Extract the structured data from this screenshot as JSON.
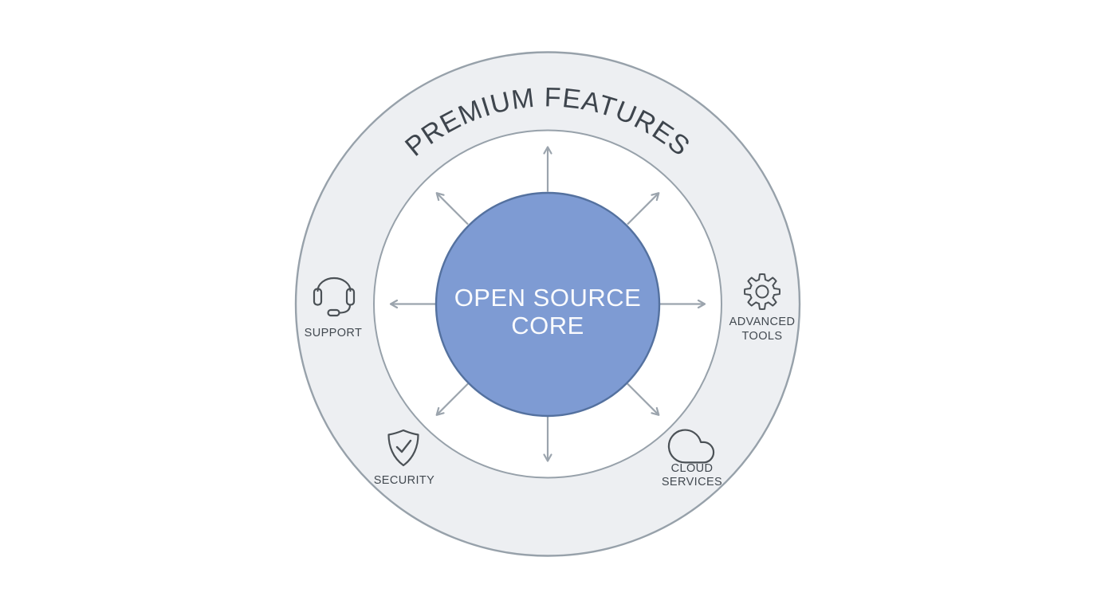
{
  "theme": {
    "ring_fill": "#edeff2",
    "ring_stroke": "#97a1aa",
    "core_fill": "#7e9bd3",
    "core_stroke": "#54719f",
    "arrow": "#9ba4ad",
    "curved_text": "#3e454d",
    "label_text": "#424950",
    "icon_stroke": "#4b5156",
    "core_text": "#fafbfd",
    "page_bg": "#ffffff"
  },
  "diagram": {
    "ring_label": "PREMIUM FEATURES",
    "core": {
      "line1": "OPEN SOURCE",
      "line2": "CORE"
    },
    "features": {
      "support": {
        "label": "SUPPORT"
      },
      "advanced_tools": {
        "line1": "ADVANCED",
        "line2": "TOOLS"
      },
      "security": {
        "label": "SECURITY"
      },
      "cloud_services": {
        "line1": "CLOUD",
        "line2": "SERVICES"
      }
    },
    "icons": {
      "support": "headset-icon",
      "advanced_tools": "gear-icon",
      "security": "shield-check-icon",
      "cloud_services": "cloud-icon"
    }
  }
}
